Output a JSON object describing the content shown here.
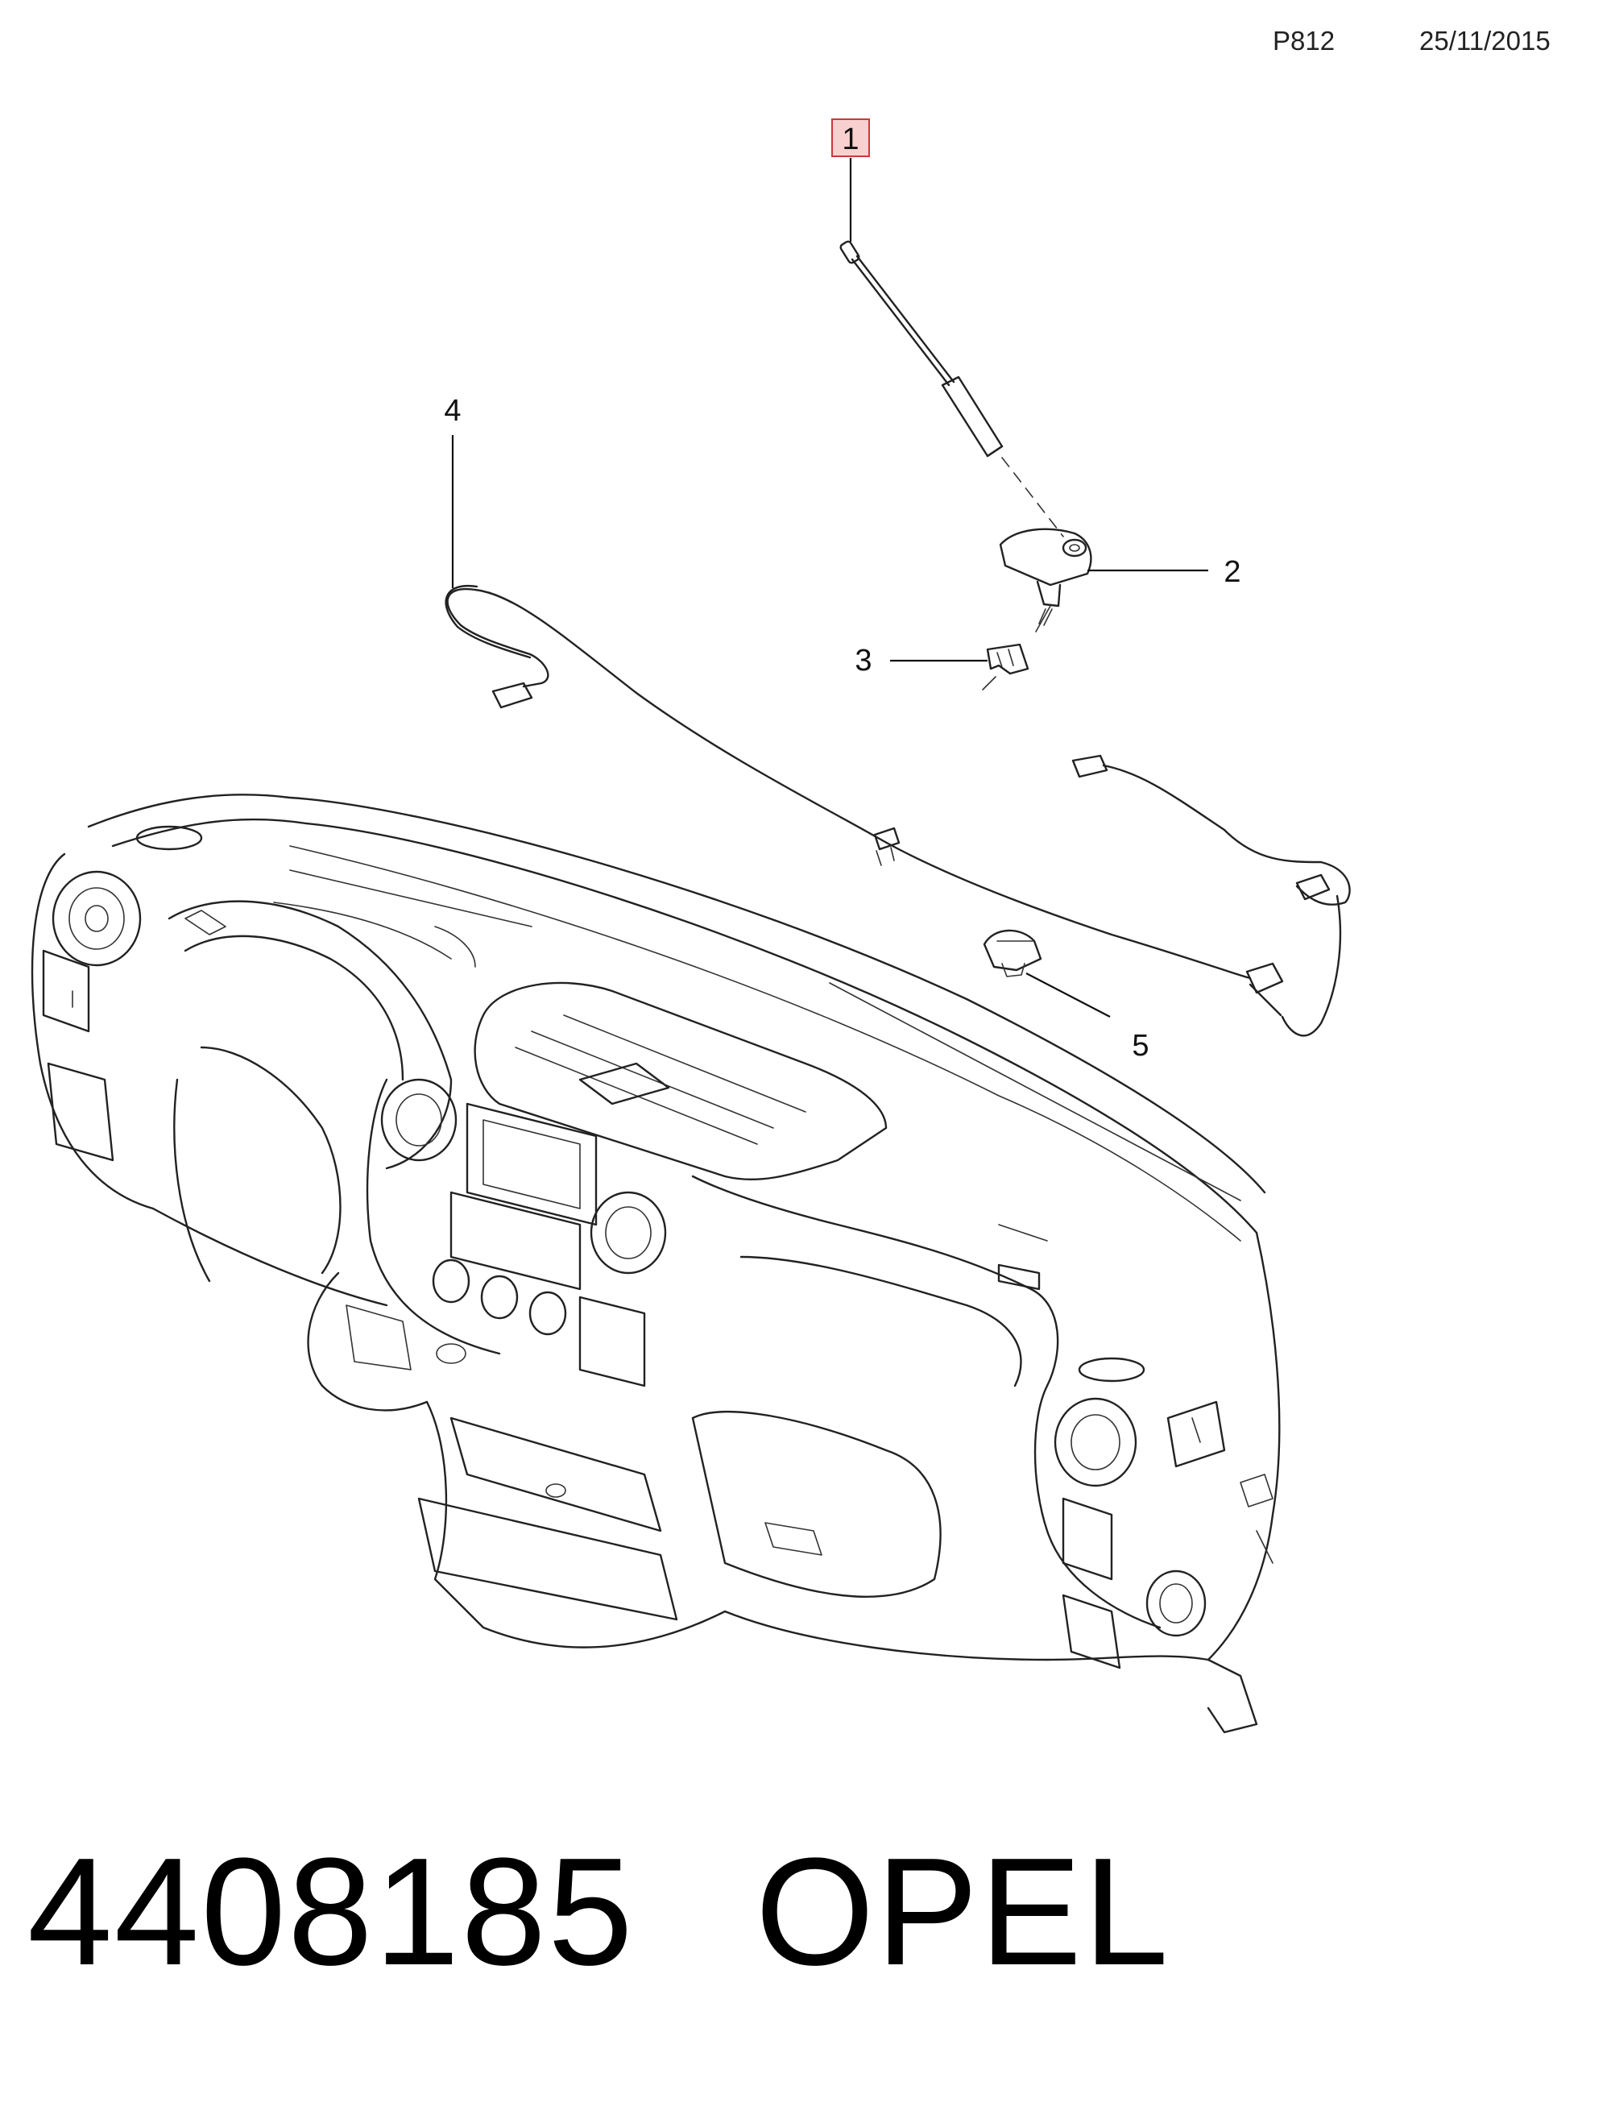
{
  "header": {
    "page_code": "P812",
    "date": "25/11/2015"
  },
  "callouts": [
    {
      "number": "1",
      "part": "antenna-rod",
      "highlighted": true
    },
    {
      "number": "2",
      "part": "antenna-base"
    },
    {
      "number": "3",
      "part": "retaining-clip"
    },
    {
      "number": "4",
      "part": "antenna-cable"
    },
    {
      "number": "5",
      "part": "cable-grommet"
    }
  ],
  "footer": {
    "part_number": "4408185",
    "brand": "OPEL"
  },
  "colors": {
    "line": "#222222",
    "highlight_fill": "#f8d0d0",
    "highlight_stroke": "#c83a3a"
  }
}
